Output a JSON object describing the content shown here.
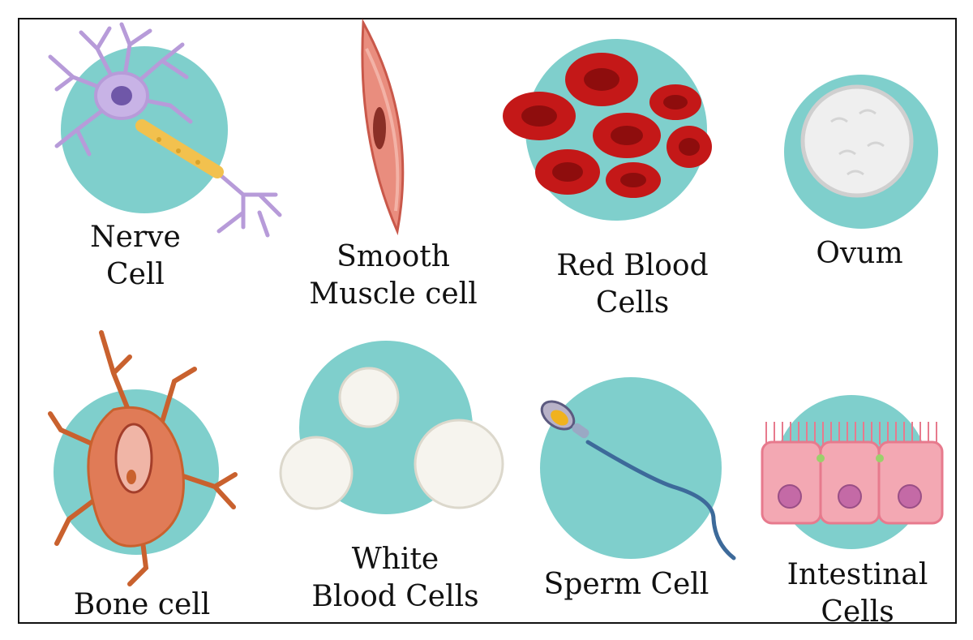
{
  "colors": {
    "circle": "#7fcfcc",
    "neuron": "#b79bd9",
    "nucleus_purple": "#6f57a8",
    "axon": "#f2c14e",
    "muscle": "#e98d7e",
    "muscle_nucleus": "#8a2f26",
    "rbc": "#c41818",
    "rbc_inner": "#8e0d0d",
    "ovum": "#efefef",
    "bone": "#e07b57",
    "bone_branch": "#c9612e",
    "wbc": "#f6f4ee",
    "sperm_tail": "#3d6a9a",
    "sperm_head": "#f0b21e",
    "intestinal": "#f3a8b3",
    "intestinal_nucleus": "#c46aa6",
    "cilia": "#e77a8d"
  },
  "cells": [
    {
      "id": "nerve",
      "label_lines": [
        "Nerve",
        "Cell"
      ]
    },
    {
      "id": "smooth-muscle",
      "label_lines": [
        "Smooth",
        "Muscle cell"
      ]
    },
    {
      "id": "red-blood",
      "label_lines": [
        "Red Blood",
        "Cells"
      ]
    },
    {
      "id": "ovum",
      "label_lines": [
        "Ovum"
      ]
    },
    {
      "id": "bone",
      "label_lines": [
        "Bone cell"
      ]
    },
    {
      "id": "white-blood",
      "label_lines": [
        "White",
        "Blood Cells"
      ]
    },
    {
      "id": "sperm",
      "label_lines": [
        "Sperm Cell"
      ]
    },
    {
      "id": "intestinal",
      "label_lines": [
        "Intestinal",
        "Cells"
      ]
    }
  ]
}
